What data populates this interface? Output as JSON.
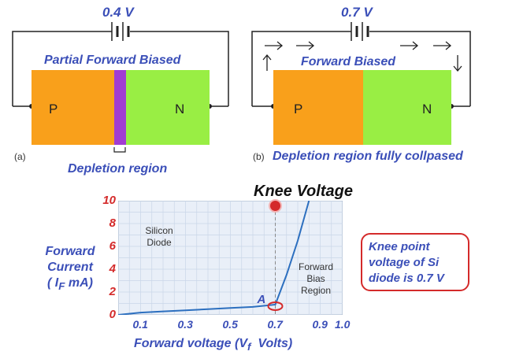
{
  "panel_a": {
    "voltage": "0.4 V",
    "title": "Partial Forward Biased",
    "p_label": "P",
    "n_label": "N",
    "sub_label": "(a)",
    "caption": "Depletion region"
  },
  "panel_b": {
    "voltage": "0.7 V",
    "title": "Forward Biased",
    "p_label": "P",
    "n_label": "N",
    "sub_label": "(b)",
    "caption": "Depletion region fully collpased"
  },
  "colors": {
    "p_region": "#f9a01b",
    "n_region": "#99ee44",
    "depletion": "#a13cd2",
    "text_blue": "#3b4fb8",
    "accent_red": "#d42a2a",
    "curve": "#2c6fbf"
  },
  "graph": {
    "title": "Knee Voltage",
    "y_label": [
      "Forward",
      "Current",
      "( I",
      "F",
      " mA)"
    ],
    "x_label_main": "Forward voltage (V",
    "x_label_sub": "f",
    "x_label_tail": "  Volts)",
    "region_left": [
      "Silicon",
      "Diode"
    ],
    "region_right": [
      "Forward",
      "Bias",
      "Region"
    ],
    "point_label": "A",
    "note": "Knee point voltage of Si diode is 0.7 V"
  },
  "chart_data": {
    "type": "line",
    "title": "Knee Voltage",
    "xlabel": "Forward voltage (Vf Volts)",
    "ylabel": "Forward Current (IF mA)",
    "xlim": [
      0,
      1.0
    ],
    "ylim": [
      0,
      10
    ],
    "x_ticks": [
      "0.1",
      "0.3",
      "0.5",
      "0.7",
      "0.9",
      "1.0"
    ],
    "y_ticks": [
      "0",
      "2",
      "4",
      "6",
      "8",
      "10"
    ],
    "series": [
      {
        "x": [
          0.0,
          0.1,
          0.2,
          0.3,
          0.4,
          0.5,
          0.6,
          0.7,
          0.75,
          0.8,
          0.85
        ],
        "y": [
          0.0,
          0.2,
          0.3,
          0.4,
          0.5,
          0.6,
          0.7,
          0.9,
          3.5,
          6.5,
          10.0
        ]
      }
    ],
    "knee_point": {
      "x": 0.7,
      "y": 0.9,
      "label": "A"
    },
    "grid": true
  }
}
